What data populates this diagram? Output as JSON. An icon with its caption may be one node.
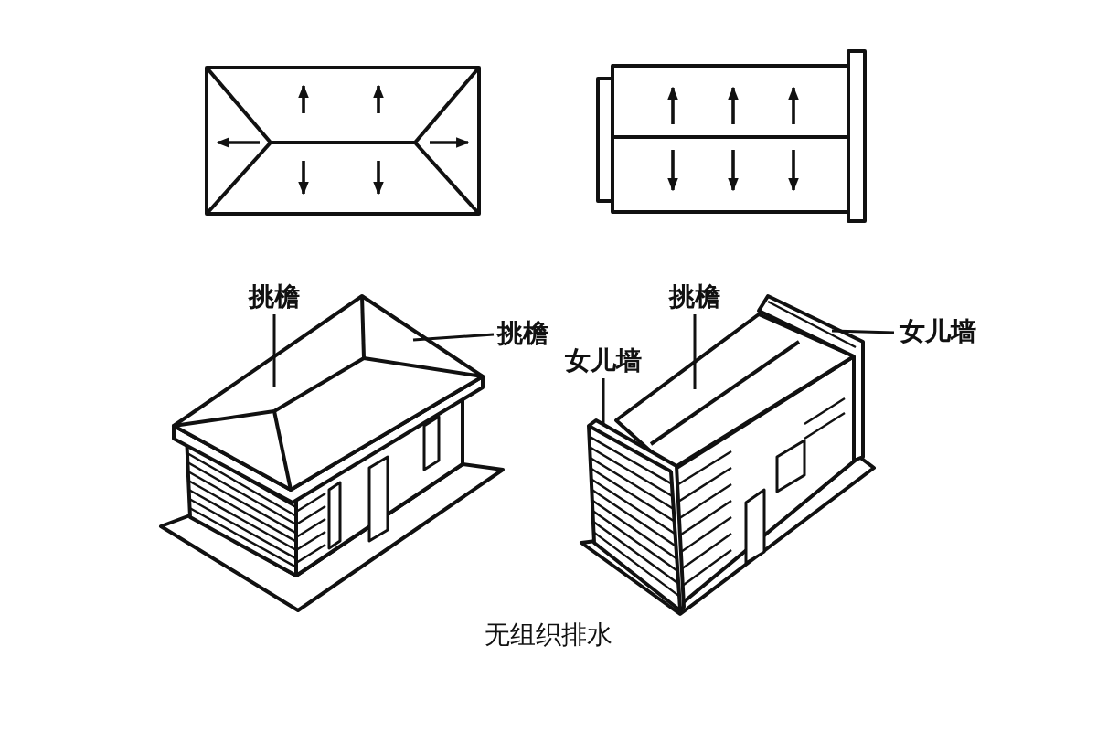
{
  "diagram": {
    "caption": "无组织排水",
    "nodes": [
      {
        "text": [
          "挑檐"
        ]
      },
      {
        "text": [
          "挑檐"
        ]
      },
      {
        "text": [
          "女儿墙"
        ]
      },
      {
        "text": [
          "挑檐"
        ]
      },
      {
        "text": [
          "女儿墙"
        ]
      }
    ],
    "edges": [
      {
        "from": 0,
        "to": null,
        "arrow": "none"
      },
      {
        "from": 1,
        "to": null,
        "arrow": "none"
      },
      {
        "from": 2,
        "to": null,
        "arrow": "none"
      },
      {
        "from": 3,
        "to": null,
        "arrow": "none"
      },
      {
        "from": 4,
        "to": null,
        "arrow": "none"
      }
    ]
  }
}
